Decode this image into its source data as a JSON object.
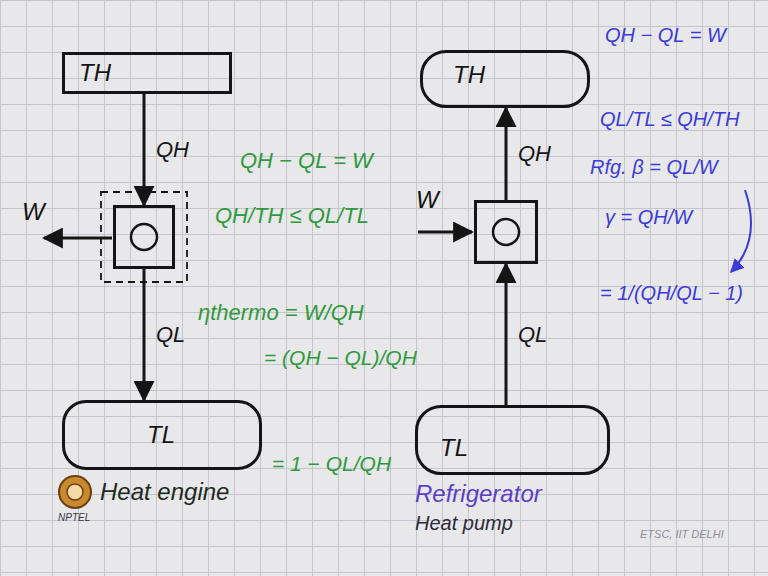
{
  "diagram": {
    "nodes": [
      {
        "text": [
          "TH"
        ]
      },
      {
        "text": []
      },
      {
        "text": [
          "TL"
        ]
      },
      {
        "text": [
          "TH"
        ]
      },
      {
        "text": []
      },
      {
        "text": [
          "TL"
        ]
      }
    ],
    "edges": [
      {
        "from": 0,
        "to": 1,
        "arrow": "to",
        "label": "QH"
      },
      {
        "from": 1,
        "to": 2,
        "arrow": "to",
        "label": "QL"
      },
      {
        "from": 4,
        "to": 3,
        "arrow": "to",
        "label": "QH"
      },
      {
        "from": 5,
        "to": 4,
        "arrow": "to",
        "label": "QL"
      }
    ],
    "labels": [
      "W",
      "QH − QL = W",
      "QH/TH ≤ QL/TL",
      "ηthermo = W/QH",
      "= (QH − QL)/QH",
      "= 1 − QL/QH",
      "Heat engine",
      "NPTEL",
      "W",
      "QH − QL = W",
      "QL/TL ≤ QH/TH",
      "Rfg. β = QL/W",
      "γ = QH/W",
      "= 1/(QH/QL − 1)",
      "Refrigerator",
      "Heat pump",
      "ETSC, IIT DELHI"
    ]
  }
}
